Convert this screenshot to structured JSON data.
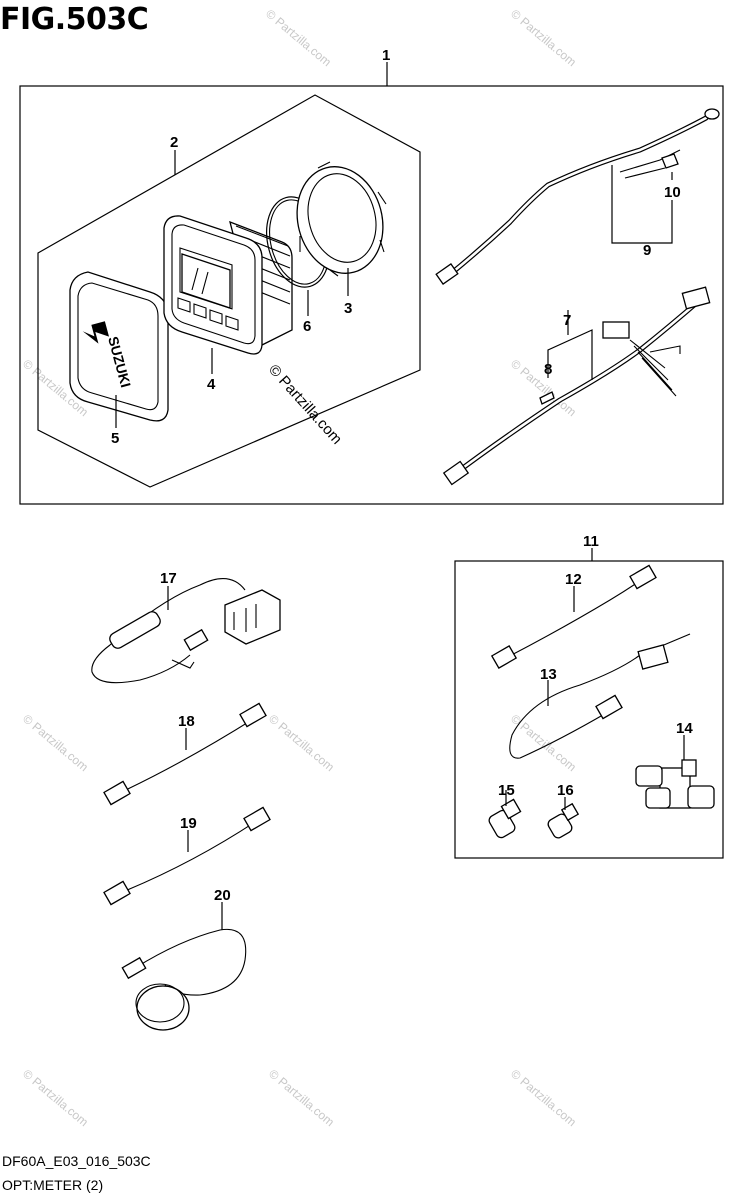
{
  "figure": {
    "title": "FIG.503C",
    "code": "DF60A_E03_016_503C",
    "subtitle": "OPT:METER (2)",
    "watermark": "© Partzilla.com",
    "brand_mark": "SUZUKI"
  },
  "callouts": [
    "1",
    "2",
    "3",
    "4",
    "5",
    "6",
    "7",
    "8",
    "9",
    "10",
    "11",
    "12",
    "13",
    "14",
    "15",
    "16",
    "17",
    "18",
    "19",
    "20"
  ]
}
